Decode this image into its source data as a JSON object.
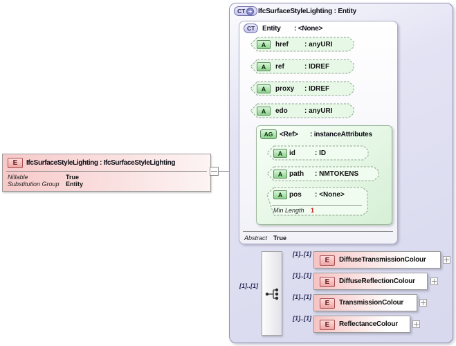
{
  "diagram": {
    "source": {
      "badge": "E",
      "title": "IfcSurfaceStyleLighting : IfcSurfaceStyleLighting",
      "properties": [
        {
          "name": "Nillable",
          "value": "True"
        },
        {
          "name": "Substitution Group",
          "value": "Entity"
        }
      ]
    },
    "complex_type": {
      "badge": "CT",
      "title": "IfcSurfaceStyleLighting : Entity",
      "base_type": {
        "badge": "CT",
        "name": "Entity",
        "type": ": <None>",
        "attributes": [
          {
            "badge": "A",
            "name": "href",
            "type": ": anyURI"
          },
          {
            "badge": "A",
            "name": "ref",
            "type": ": IDREF"
          },
          {
            "badge": "A",
            "name": "proxy",
            "type": ": IDREF"
          },
          {
            "badge": "A",
            "name": "edo",
            "type": ": anyURI"
          }
        ],
        "attribute_group": {
          "badge": "AG",
          "name": "<Ref>",
          "type": ": instanceAttributes",
          "attributes": [
            {
              "badge": "A",
              "name": "id",
              "type": ": ID"
            },
            {
              "badge": "A",
              "name": "path",
              "type": ": NMTOKENS"
            },
            {
              "badge": "A",
              "name": "pos",
              "type": ": <None>",
              "facet_name": "Min Length",
              "facet_value": "1"
            }
          ]
        },
        "facet_name": "Abstract",
        "facet_value": "True"
      },
      "sequence": {
        "multiplicity": "[1]..[1]",
        "children": [
          {
            "badge": "E",
            "name": "DiffuseTransmissionColour",
            "multiplicity": "[1]..[1]"
          },
          {
            "badge": "E",
            "name": "DiffuseReflectionColour",
            "multiplicity": "[1]..[1]"
          },
          {
            "badge": "E",
            "name": "TransmissionColour",
            "multiplicity": "[1]..[1]"
          },
          {
            "badge": "E",
            "name": "ReflectanceColour",
            "multiplicity": "[1]..[1]"
          }
        ]
      }
    },
    "colors": {
      "container_fill": "#dcdcf2",
      "attribute_green": "#e7f8e7",
      "element_pink": "#f6c3c3",
      "facet_value_red": "#cc1111",
      "connector_gray": "#8a8a9e"
    }
  }
}
